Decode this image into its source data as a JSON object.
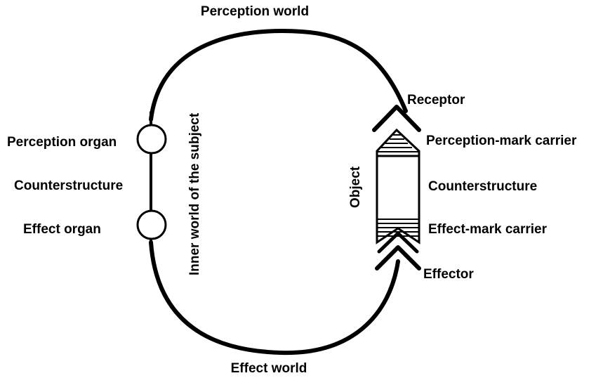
{
  "labels": {
    "perception_world": "Perception world",
    "effect_world": "Effect world",
    "receptor": "Receptor",
    "perception_mark_carrier": "Perception-mark carrier",
    "counterstructure_object": "Counterstructure",
    "effect_mark_carrier": "Effect-mark carrier",
    "effector": "Effector",
    "perception_organ": "Perception organ",
    "counterstructure_subject": "Counterstructure",
    "effect_organ": "Effect organ",
    "inner_world": "Inner world of the subject",
    "object": "Object"
  },
  "colors": {
    "line": "#000000",
    "background": "#ffffff"
  }
}
